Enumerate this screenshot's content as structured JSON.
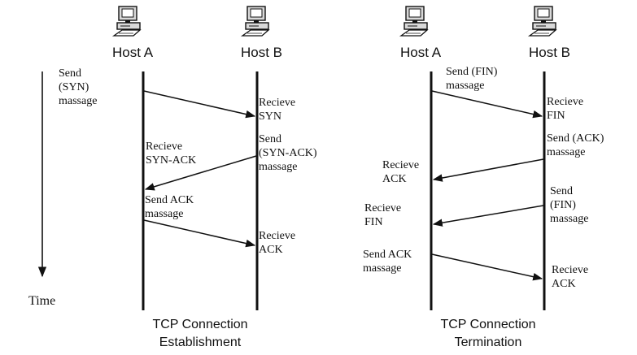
{
  "establishment": {
    "host_a": "Host A",
    "host_b": "Host B",
    "send_syn": [
      "Send",
      "(SYN)",
      "massage"
    ],
    "recv_syn": [
      "Recieve",
      "SYN"
    ],
    "send_synack": [
      "Send",
      "(SYN-ACK)",
      "massage"
    ],
    "recv_synack": [
      "Recieve",
      "SYN-ACK"
    ],
    "send_ack": [
      "Send ACK",
      "massage"
    ],
    "recv_ack": [
      "Recieve",
      "ACK"
    ],
    "caption": [
      "TCP Connection",
      "Establishment"
    ]
  },
  "termination": {
    "host_a": "Host A",
    "host_b": "Host B",
    "send_fin": [
      "Send (FIN)",
      "massage"
    ],
    "recv_fin": [
      "Recieve",
      "FIN"
    ],
    "send_ack": [
      "Send (ACK)",
      "massage"
    ],
    "recv_ack": [
      "Recieve",
      "ACK"
    ],
    "send_fin2": [
      "Send",
      "(FIN)",
      "massage"
    ],
    "recv_fin2": [
      "Recieve",
      "FIN"
    ],
    "send_ack2": [
      "Send ACK",
      "massage"
    ],
    "recv_ack2": [
      "Recieve",
      "ACK"
    ],
    "caption": [
      "TCP Connection",
      "Termination"
    ]
  },
  "time_label": "Time",
  "icons": [
    "computer-icon"
  ],
  "colors": {
    "line": "#111111",
    "monitor": "#d9d9d9"
  }
}
